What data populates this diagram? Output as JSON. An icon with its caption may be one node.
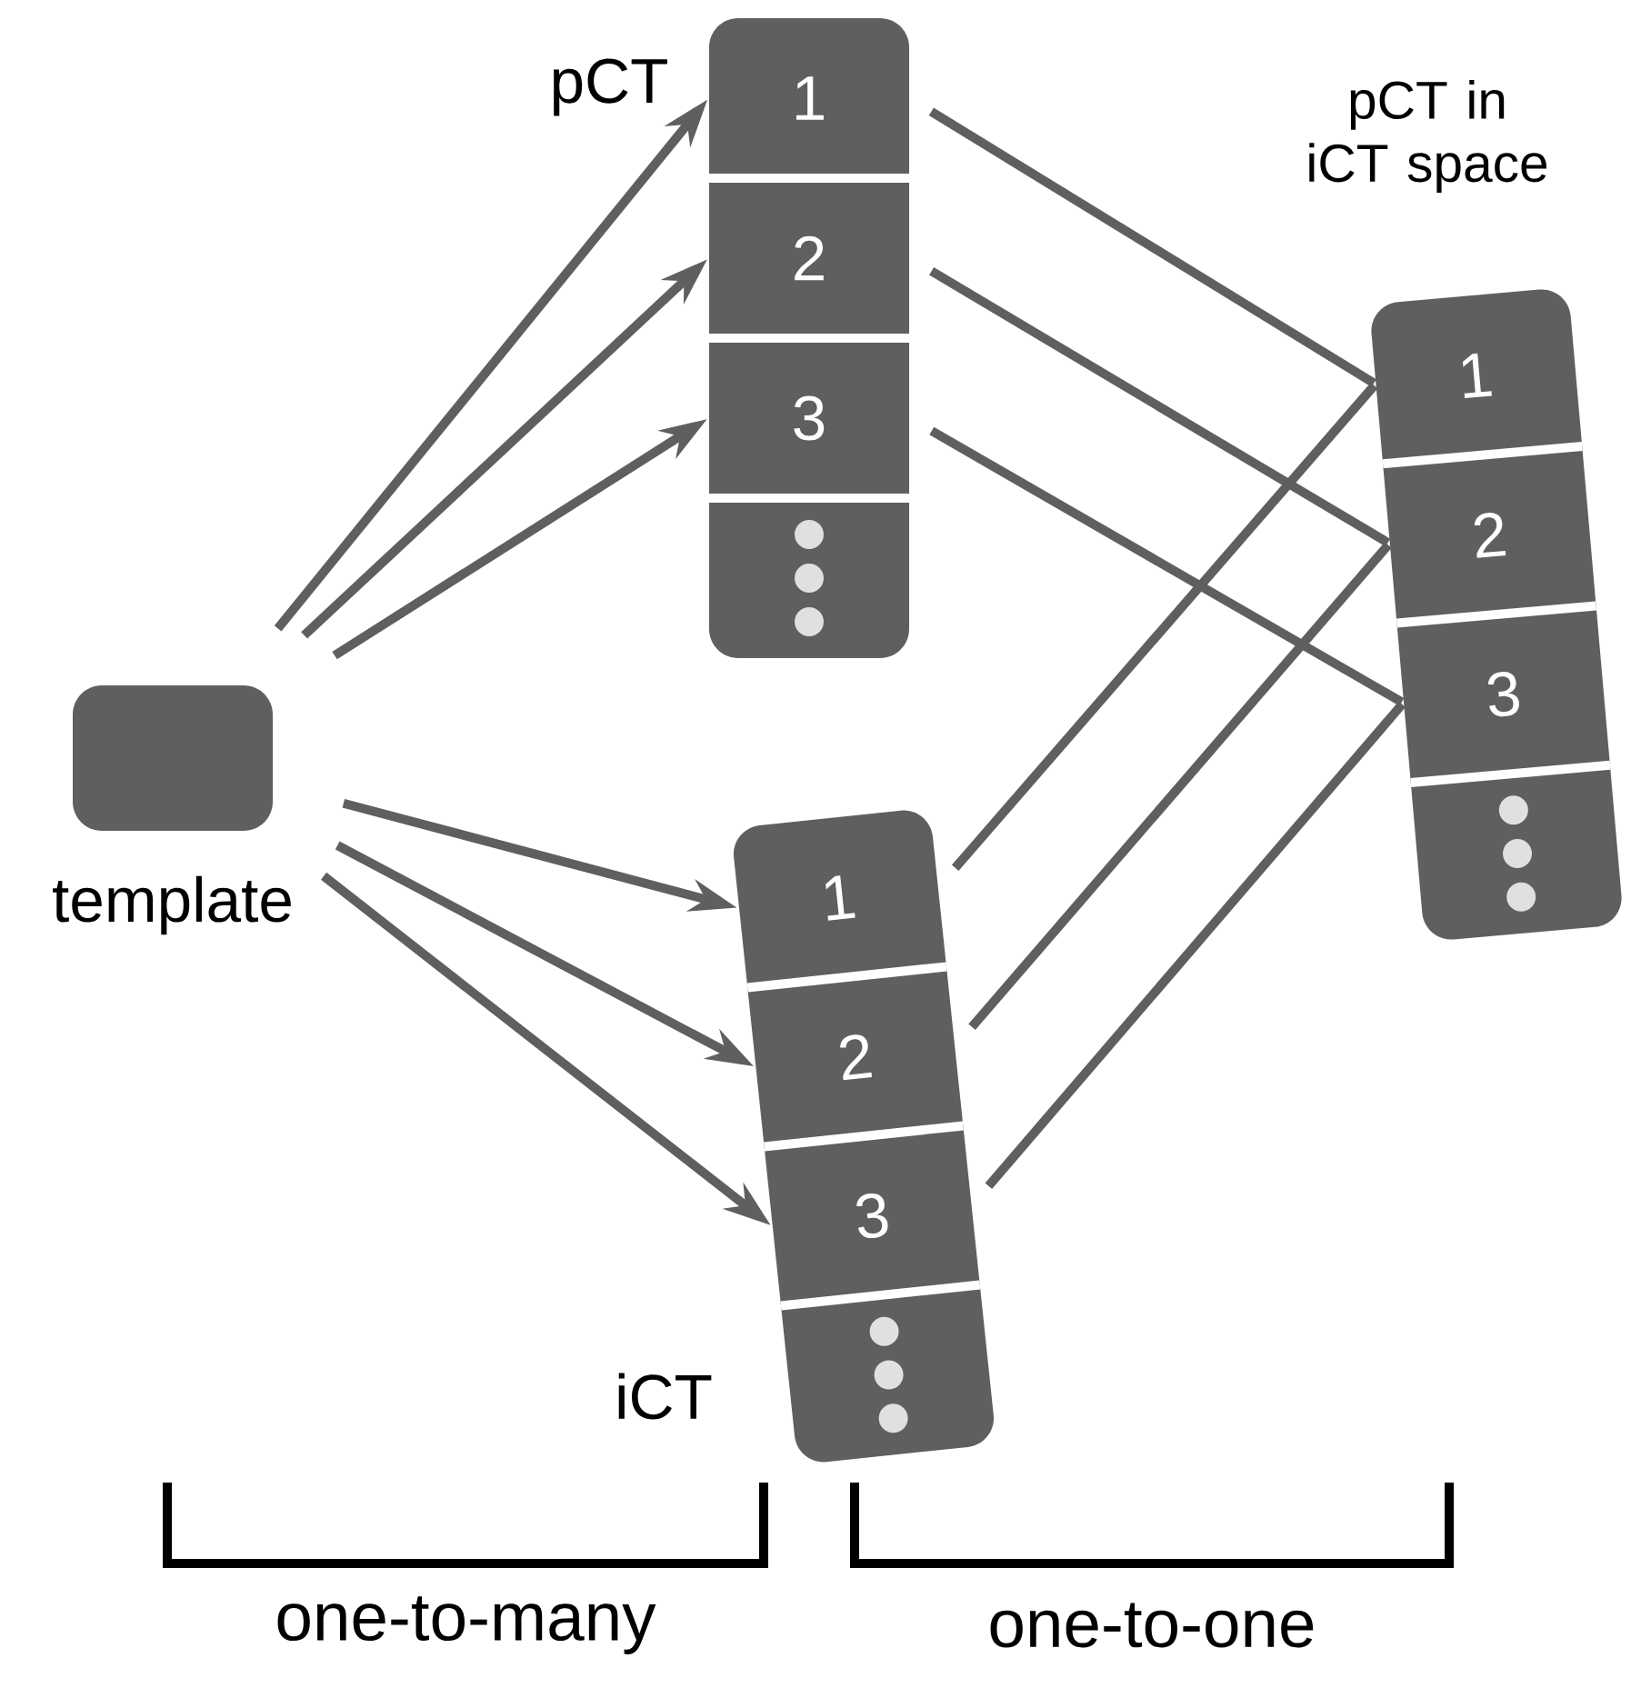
{
  "diagram": {
    "nodes": [
      {
        "text": [
          "template"
        ]
      },
      {
        "text": [
          "pCT"
        ]
      },
      {
        "text": [
          "1"
        ],
        "in": 1
      },
      {
        "text": [
          "2"
        ],
        "in": 1
      },
      {
        "text": [
          "3"
        ],
        "in": 1
      },
      {
        "text": [
          "iCT"
        ]
      },
      {
        "text": [
          "1"
        ],
        "in": 5
      },
      {
        "text": [
          "2"
        ],
        "in": 5
      },
      {
        "text": [
          "3"
        ],
        "in": 5
      },
      {
        "text": [
          "pCT in iCT space"
        ]
      },
      {
        "text": [
          "1"
        ],
        "in": 9
      },
      {
        "text": [
          "2"
        ],
        "in": 9
      },
      {
        "text": [
          "3"
        ],
        "in": 9
      }
    ],
    "edges": [
      {
        "from": 0,
        "to": 2,
        "arrow": "to"
      },
      {
        "from": 0,
        "to": 3,
        "arrow": "to"
      },
      {
        "from": 0,
        "to": 4,
        "arrow": "to"
      },
      {
        "from": 0,
        "to": 6,
        "arrow": "to"
      },
      {
        "from": 0,
        "to": 7,
        "arrow": "to"
      },
      {
        "from": 0,
        "to": 8,
        "arrow": "to"
      },
      {
        "from": 2,
        "to": 10,
        "arrow": "none"
      },
      {
        "from": 3,
        "to": 11,
        "arrow": "none"
      },
      {
        "from": 4,
        "to": 12,
        "arrow": "none"
      },
      {
        "from": 6,
        "to": 10,
        "arrow": "none"
      },
      {
        "from": 7,
        "to": 11,
        "arrow": "none"
      },
      {
        "from": 8,
        "to": 12,
        "arrow": "none"
      }
    ],
    "labels": [
      "one-to-many",
      "one-to-one"
    ]
  }
}
